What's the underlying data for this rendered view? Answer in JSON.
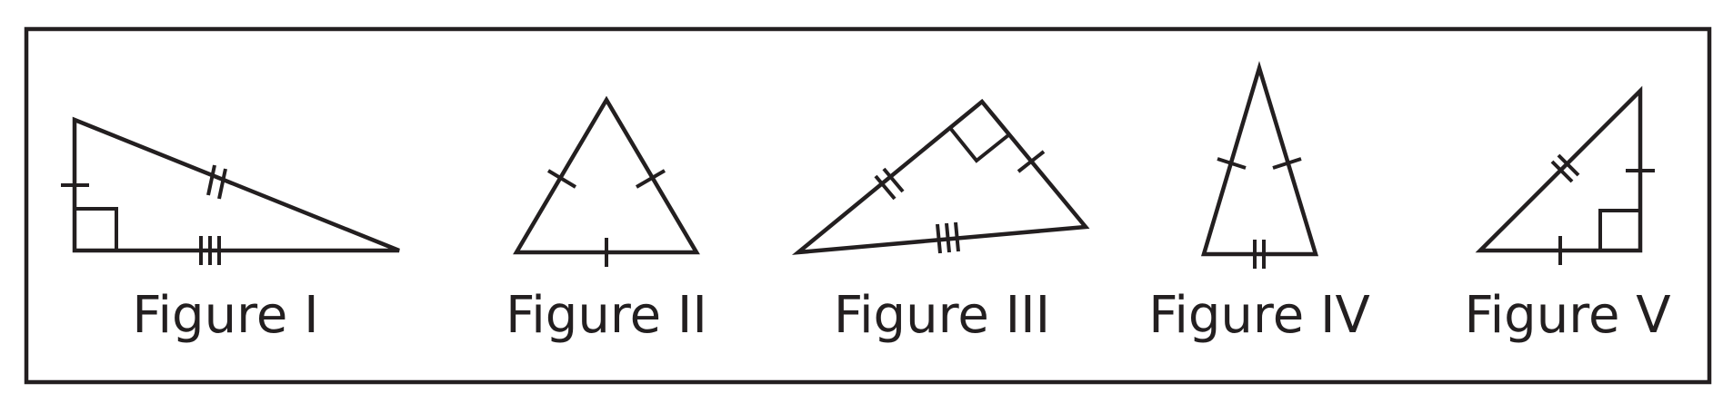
{
  "figures": [
    {
      "label": "Figure I"
    },
    {
      "label": "Figure II"
    },
    {
      "label": "Figure III"
    },
    {
      "label": "Figure IV"
    },
    {
      "label": "Figure V"
    }
  ],
  "colors": {
    "stroke": "#231f20",
    "background": "#ffffff"
  }
}
